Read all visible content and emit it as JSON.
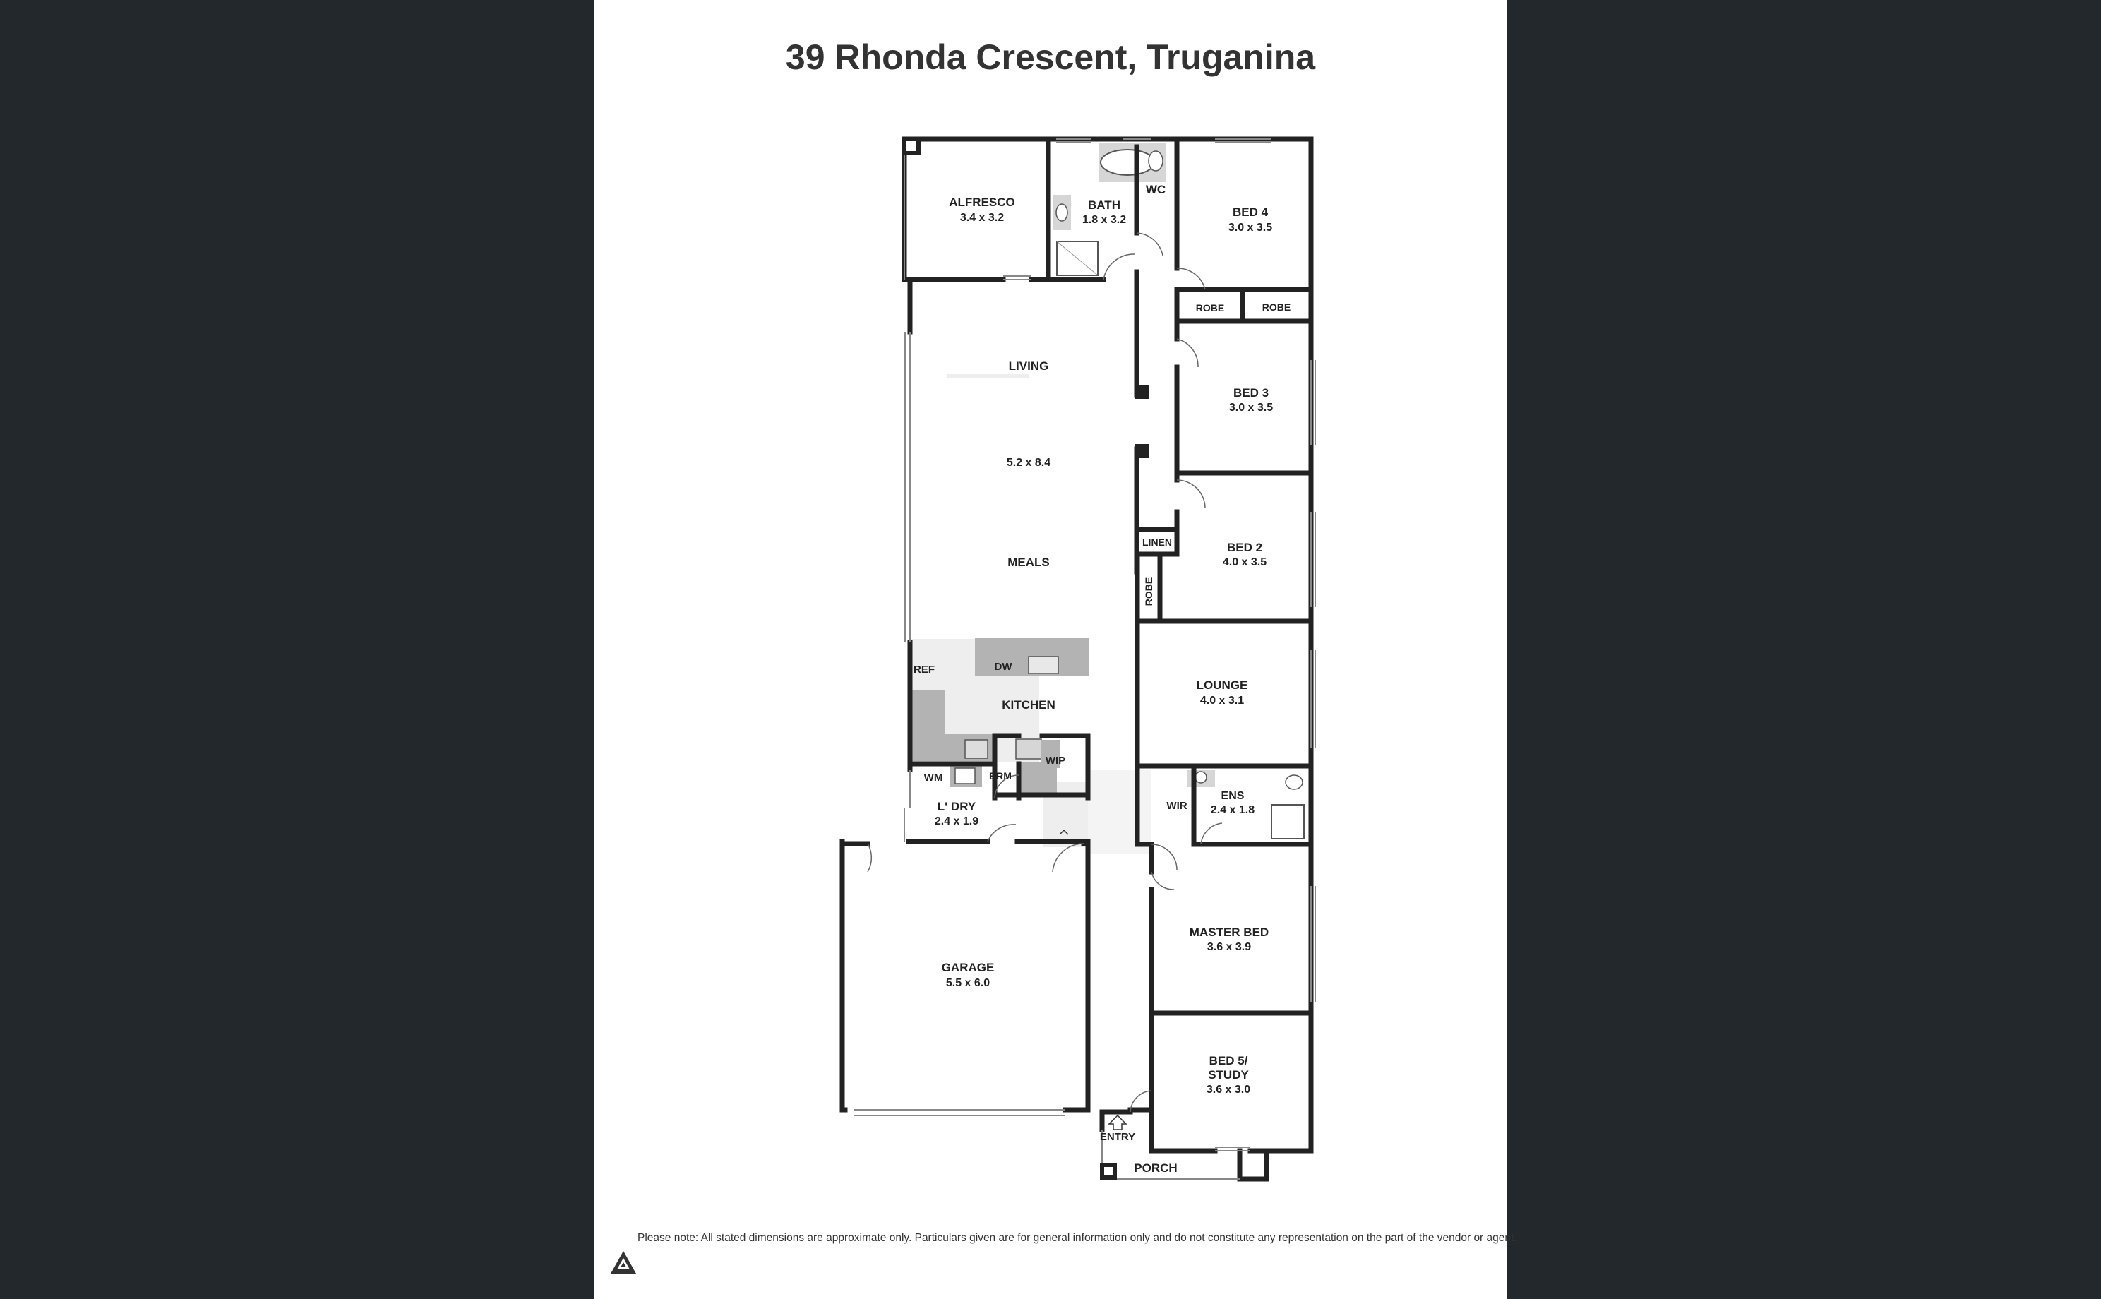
{
  "title": "39 Rhonda Crescent, Truganina",
  "disclaimer": "Please note: All stated dimensions are approximate only. Particulars given are for general information only and do not constitute any representation on the part of the vendor or agent.",
  "rooms": {
    "alfresco": {
      "name": "ALFRESCO",
      "dim": "3.4 x 3.2"
    },
    "bath": {
      "name": "BATH",
      "dim": "1.8 x 3.2"
    },
    "wc": {
      "name": "WC"
    },
    "bed4": {
      "name": "BED 4",
      "dim": "3.0 x 3.5"
    },
    "robe_bed4_a": {
      "name": "ROBE"
    },
    "robe_bed4_b": {
      "name": "ROBE"
    },
    "bed3": {
      "name": "BED 3",
      "dim": "3.0 x 3.5"
    },
    "living": {
      "name": "LIVING"
    },
    "living_meals_dim": {
      "dim": "5.2 x 8.4"
    },
    "meals": {
      "name": "MEALS"
    },
    "linen": {
      "name": "LINEN"
    },
    "bed2": {
      "name": "BED 2",
      "dim": "4.0 x 3.5"
    },
    "robe_bed2": {
      "name": "ROBE"
    },
    "ref": {
      "name": "REF"
    },
    "dw": {
      "name": "DW"
    },
    "kitchen": {
      "name": "KITCHEN"
    },
    "lounge": {
      "name": "LOUNGE",
      "dim": "4.0 x 3.1"
    },
    "wip": {
      "name": "WIP"
    },
    "wm": {
      "name": "WM"
    },
    "brm": {
      "name": "BRM"
    },
    "laundry": {
      "name": "L' DRY",
      "dim": "2.4 x 1.9"
    },
    "wir": {
      "name": "WIR"
    },
    "ens": {
      "name": "ENS",
      "dim": "2.4 x 1.8"
    },
    "garage": {
      "name": "GARAGE",
      "dim": "5.5 x 6.0"
    },
    "master": {
      "name": "MASTER BED",
      "dim": "3.6 x 3.9"
    },
    "bed5": {
      "name_line1": "BED 5/",
      "name_line2": "STUDY",
      "dim": "3.6 x 3.0"
    },
    "entry": {
      "name": "ENTRY"
    },
    "porch": {
      "name": "PORCH"
    }
  },
  "icons": {
    "logo": "triangle-logo-icon"
  },
  "colors": {
    "background": "#23282d",
    "sheet": "#ffffff",
    "wall": "#222222",
    "bench": "#b3b3b3",
    "floor_shade": "#eeeeee"
  }
}
